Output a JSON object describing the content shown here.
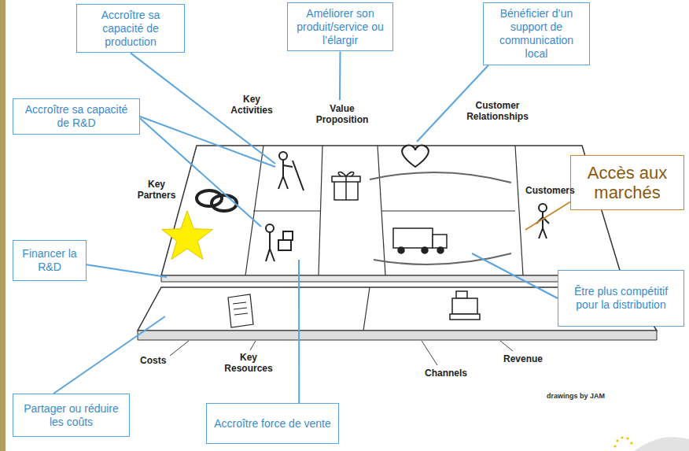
{
  "diagram": {
    "nodes": [
      {
        "text": [
          "Accroître sa capacité de production"
        ]
      },
      {
        "text": [
          "Améliorer son produit/service ou l’élargir"
        ]
      },
      {
        "text": [
          "Bénéficier d’un support de communication local"
        ]
      },
      {
        "text": [
          "Accroître sa capacité de R&D"
        ]
      },
      {
        "text": [
          "Accès aux marchés"
        ]
      },
      {
        "text": [
          "Financer la R&D"
        ]
      },
      {
        "text": [
          "Être plus compétitif pour la distribution"
        ]
      },
      {
        "text": [
          "Partager ou réduire les coûts"
        ]
      },
      {
        "text": [
          "Accroître force de vente"
        ]
      }
    ],
    "labels": [
      "Key Activities",
      "Value Proposition",
      "Customer Relationships",
      "Key Partners",
      "Customers",
      "Costs",
      "Key Resources",
      "Channels",
      "Revenue",
      "drawings by JAM"
    ]
  }
}
